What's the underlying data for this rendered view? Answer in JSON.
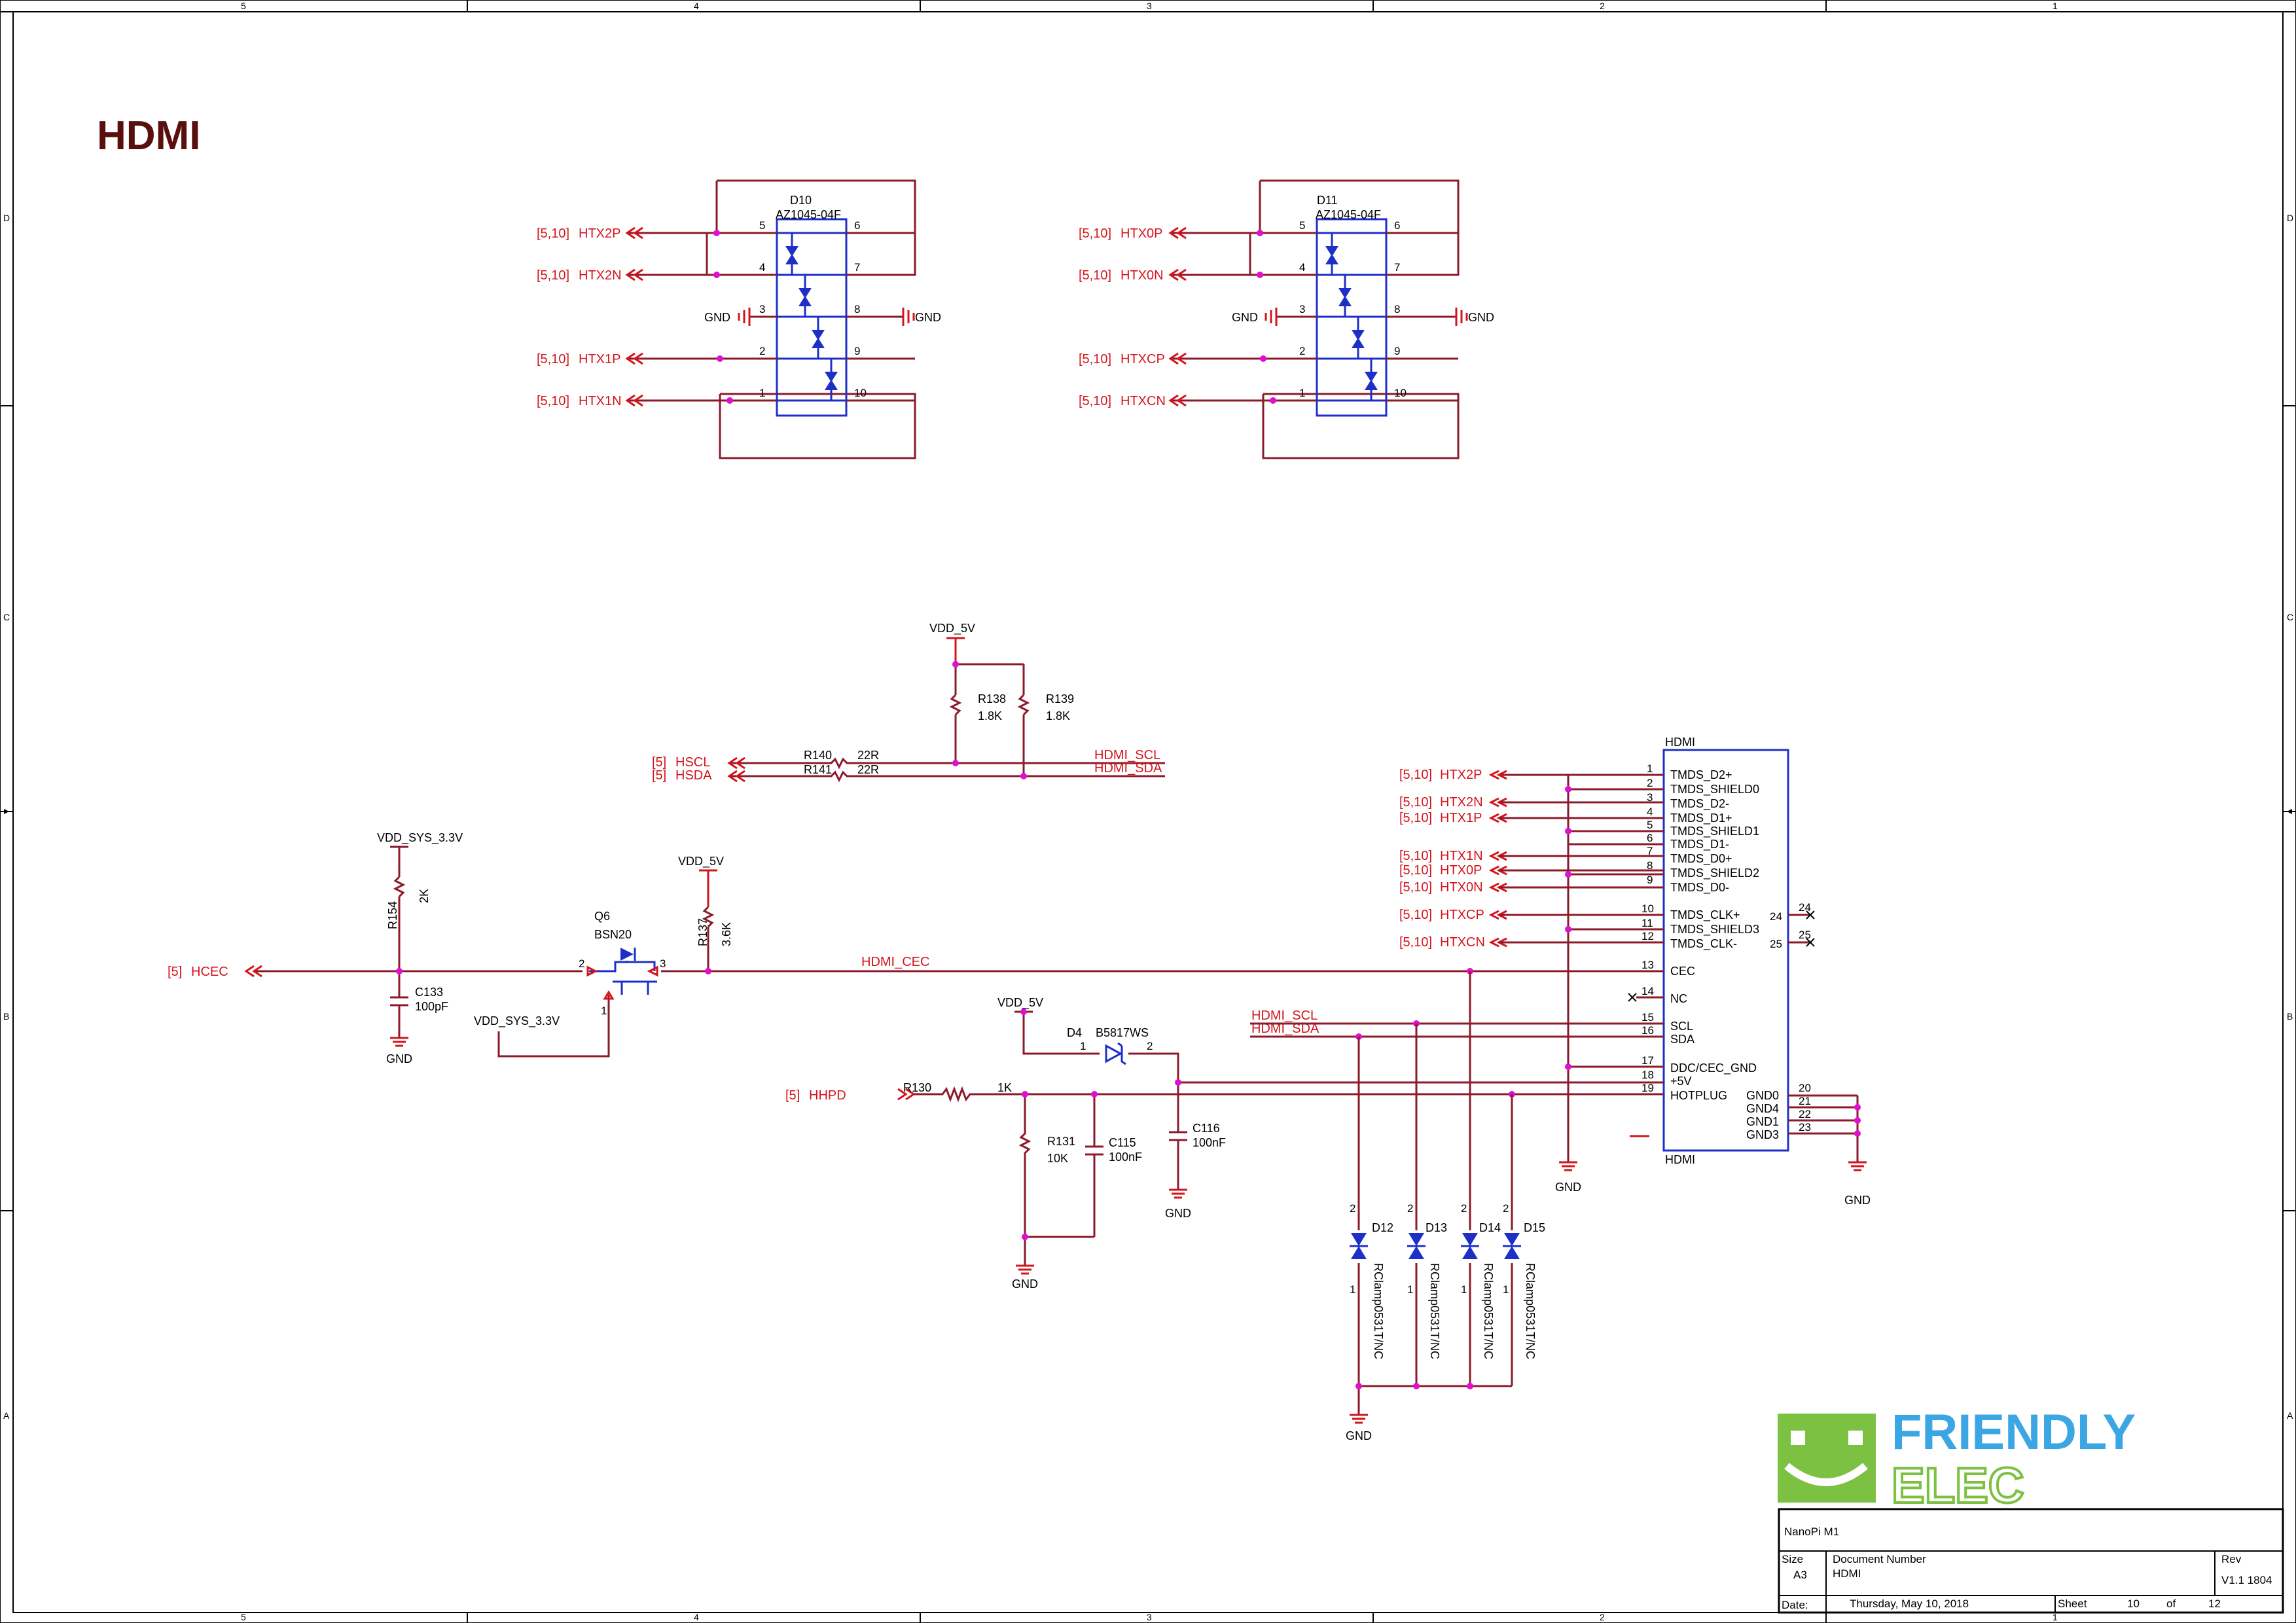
{
  "title": "HDMI",
  "frame": {
    "top_cols": [
      "5",
      "4",
      "3",
      "2",
      "1"
    ],
    "bottom_cols": [
      "5",
      "4",
      "3",
      "2",
      "1"
    ],
    "rows": [
      "D",
      "C",
      "B",
      "A"
    ]
  },
  "d10": {
    "ref": "D10",
    "part": "AZ1045-04F",
    "left_nets": [
      "HTX2P",
      "HTX2N",
      "GND",
      "HTX1P",
      "HTX1N"
    ],
    "left_pins": [
      "5",
      "4",
      "3",
      "2",
      "1"
    ],
    "right_pins": [
      "6",
      "7",
      "8",
      "9",
      "10"
    ],
    "gnd_right": "GND",
    "prefix": "[5,10]"
  },
  "d11": {
    "ref": "D11",
    "part": "AZ1045-04F",
    "left_nets": [
      "HTX0P",
      "HTX0N",
      "GND",
      "HTXCP",
      "HTXCN"
    ],
    "left_pins": [
      "5",
      "4",
      "3",
      "2",
      "1"
    ],
    "right_pins": [
      "6",
      "7",
      "8",
      "9",
      "10"
    ],
    "gnd_right": "GND",
    "prefix": "[5,10]"
  },
  "pullups": {
    "vdd": "VDD_5V",
    "r138": "R138",
    "r138_val": "1.8K",
    "r139": "R139",
    "r139_val": "1.8K",
    "r140": "R140",
    "r140_val": "22R",
    "r141": "R141",
    "r141_val": "22R",
    "hscl": "HSCL",
    "hsda": "HSDA",
    "prefix5": "[5]",
    "hdmi_scl": "HDMI_SCL",
    "hdmi_sda": "HDMI_SDA"
  },
  "cec": {
    "vdd_sys": "VDD_SYS_3.3V",
    "r154": "R154",
    "r154_val": "2K",
    "q6": "Q6",
    "q6_part": "BSN20",
    "vdd5": "VDD_5V",
    "r137": "R137",
    "r137_val": "3.6K",
    "hcec": "HCEC",
    "prefix5": "[5]",
    "c133": "C133",
    "c133_val": "100pF",
    "gnd": "GND",
    "vdd_sys2": "VDD_SYS_3.3V",
    "net": "HDMI_CEC",
    "q_pin2": "2",
    "q_pin3": "3",
    "q_pin1": "1"
  },
  "hpd": {
    "vdd5": "VDD_5V",
    "d4": "D4",
    "d4_part": "B5817WS",
    "d4_p1": "1",
    "d4_p2": "2",
    "hhpd": "HHPD",
    "prefix5": "[5]",
    "r130": "R130",
    "r130_val": "1K",
    "r131": "R131",
    "r131_val": "10K",
    "c115": "C115",
    "c115_val": "100nF",
    "c116": "C116",
    "c116_val": "100nF",
    "gnd": "GND",
    "hdmi_scl": "HDMI_SCL",
    "hdmi_sda": "HDMI_SDA"
  },
  "connector": {
    "title": "HDMI",
    "footer": "HDMI",
    "pins": [
      {
        "num": "1",
        "name": "TMDS_D2+",
        "net": "HTX2P",
        "prefix": "[5,10]"
      },
      {
        "num": "2",
        "name": "TMDS_SHIELD0",
        "net": "",
        "prefix": ""
      },
      {
        "num": "3",
        "name": "TMDS_D2-",
        "net": "HTX2N",
        "prefix": "[5,10]"
      },
      {
        "num": "4",
        "name": "TMDS_D1+",
        "net": "HTX1P",
        "prefix": "[5,10]"
      },
      {
        "num": "5",
        "name": "TMDS_SHIELD1",
        "net": "",
        "prefix": ""
      },
      {
        "num": "6",
        "name": "TMDS_D1-",
        "net": "HTX1N",
        "prefix": "[5,10]"
      },
      {
        "num": "7",
        "name": "TMDS_D0+",
        "net": "HTX0P",
        "prefix": "[5,10]"
      },
      {
        "num": "8",
        "name": "TMDS_SHIELD2",
        "net": "",
        "prefix": ""
      },
      {
        "num": "9",
        "name": "TMDS_D0-",
        "net": "HTX0N",
        "prefix": "[5,10]"
      },
      {
        "num": "10",
        "name": "TMDS_CLK+",
        "net": "HTXCP",
        "prefix": "[5,10]"
      },
      {
        "num": "11",
        "name": "TMDS_SHIELD3",
        "net": "",
        "prefix": ""
      },
      {
        "num": "12",
        "name": "TMDS_CLK-",
        "net": "HTXCN",
        "prefix": "[5,10]"
      },
      {
        "num": "13",
        "name": "CEC",
        "net": "",
        "prefix": ""
      },
      {
        "num": "14",
        "name": "NC",
        "net": "",
        "prefix": ""
      },
      {
        "num": "15",
        "name": "SCL",
        "net": "",
        "prefix": ""
      },
      {
        "num": "16",
        "name": "SDA",
        "net": "",
        "prefix": ""
      },
      {
        "num": "17",
        "name": "DDC/CEC_GND",
        "net": "",
        "prefix": ""
      },
      {
        "num": "18",
        "name": "+5V",
        "net": "",
        "prefix": ""
      },
      {
        "num": "19",
        "name": "HOTPLUG",
        "net": "",
        "prefix": ""
      }
    ],
    "right_pins": [
      {
        "num": "20",
        "name": "GND0"
      },
      {
        "num": "21",
        "name": "GND4"
      },
      {
        "num": "22",
        "name": "GND1"
      },
      {
        "num": "23",
        "name": "GND3"
      }
    ],
    "pin24": "24",
    "pin25": "25",
    "gnd": "GND"
  },
  "tvs": {
    "refs": [
      "D12",
      "D13",
      "D14",
      "D15"
    ],
    "part": "RClamp0531T/NC",
    "pin2": "2",
    "pin1": "1",
    "gnd": "GND"
  },
  "logo": {
    "line1": "FRIENDLY",
    "line2": "ELEC",
    "color_green": "#7cc142",
    "color_blue": "#3ba6e4"
  },
  "title_block": {
    "project": "NanoPi M1",
    "size_label": "Size",
    "size": "A3",
    "doc_label": "Document   Number",
    "doc": "HDMI",
    "rev_label": "Rev",
    "rev": "V1.1 1804",
    "date_label": "Date:",
    "date": "Thursday, May 10, 2018",
    "sheet_label": "Sheet",
    "sheet": "10",
    "of_label": "of",
    "total": "12"
  }
}
